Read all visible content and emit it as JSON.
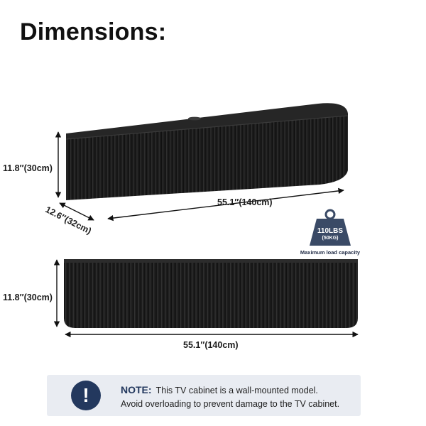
{
  "title": "Dimensions:",
  "top_view": {
    "height_label": "11.8″(30cm)",
    "depth_label": "12.6″(32cm)",
    "width_label": "55.1″(140cm)"
  },
  "front_view": {
    "height_label": "11.8″(30cm)",
    "width_label": "55.1″(140cm)"
  },
  "weight": {
    "value": "110LBS",
    "metric": "(50KG)",
    "caption": "Maximum load capacity"
  },
  "note": {
    "label": "NOTE:",
    "line1": "This TV cabinet is a wall-mounted model.",
    "line2": "Avoid overloading to prevent damage to the TV cabinet.",
    "icon": "exclamation-icon"
  },
  "colors": {
    "cabinet": "#1a1a1a",
    "accent": "#23385e",
    "note_bg": "#e9ecf2"
  }
}
